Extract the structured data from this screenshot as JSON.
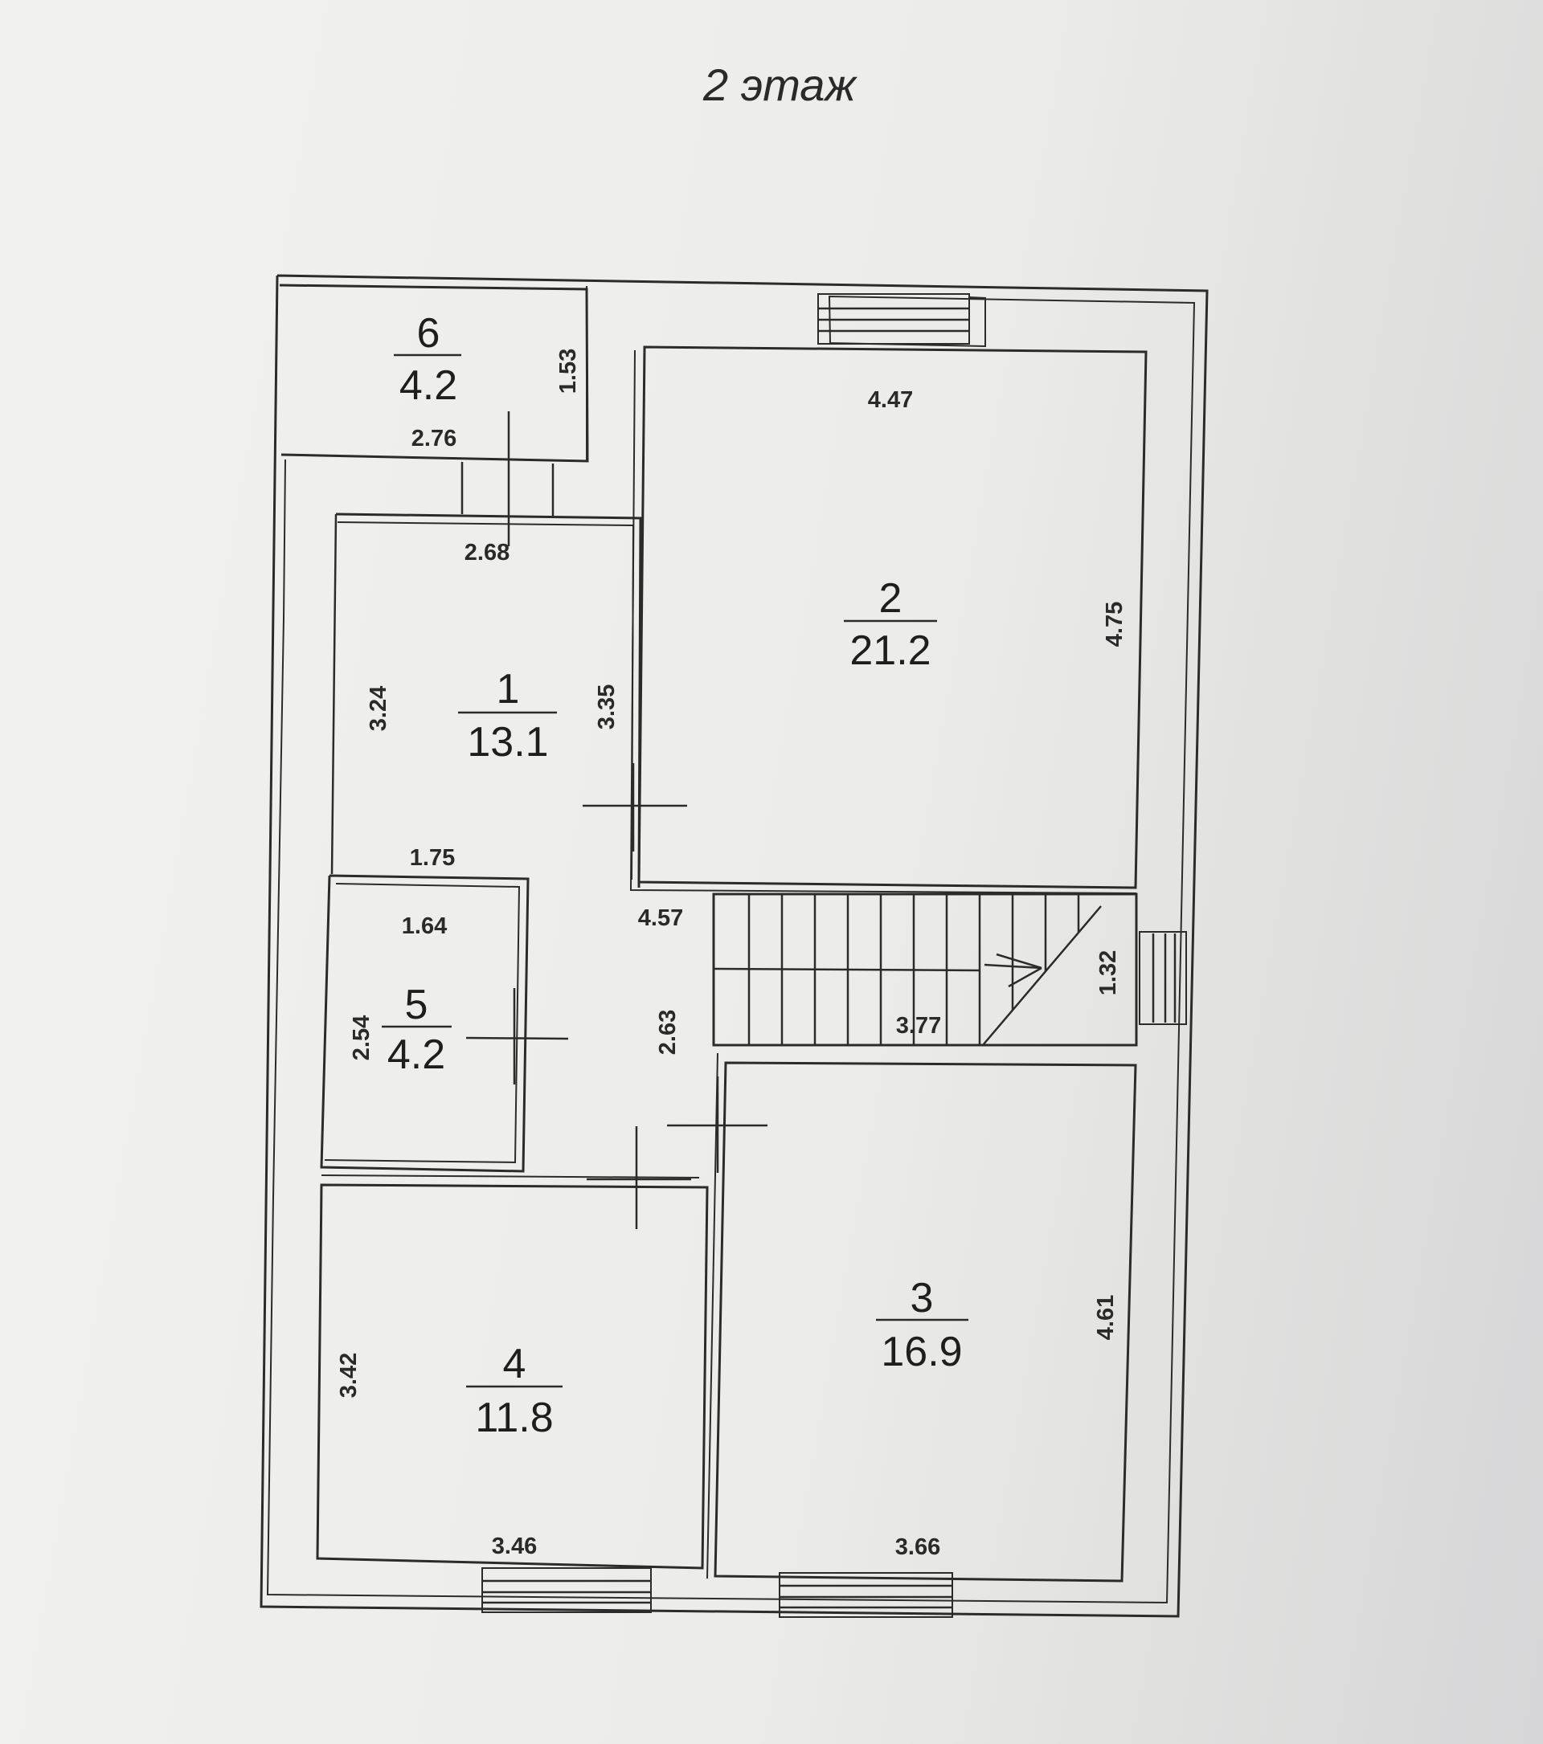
{
  "title": "2 этаж",
  "rooms": [
    {
      "number": "1",
      "area": "13.1"
    },
    {
      "number": "2",
      "area": "21.2"
    },
    {
      "number": "3",
      "area": "16.9"
    },
    {
      "number": "4",
      "area": "11.8"
    },
    {
      "number": "5",
      "area": "4.2"
    },
    {
      "number": "6",
      "area": "4.2"
    }
  ],
  "dimensions": {
    "r6_height": "1.53",
    "r6_width": "2.76",
    "r1_top": "2.68",
    "r1_left": "3.24",
    "r1_right": "3.35",
    "r1_bottom": "1.75",
    "r2_top": "4.47",
    "r2_right": "4.75",
    "r5_top": "1.64",
    "r5_left": "2.54",
    "hall_width": "4.57",
    "hall_height": "2.63",
    "stair_width": "3.77",
    "stair_height": "1.32",
    "r3_right": "4.61",
    "r3_bottom": "3.66",
    "r4_left": "3.42",
    "r4_bottom": "3.46"
  }
}
